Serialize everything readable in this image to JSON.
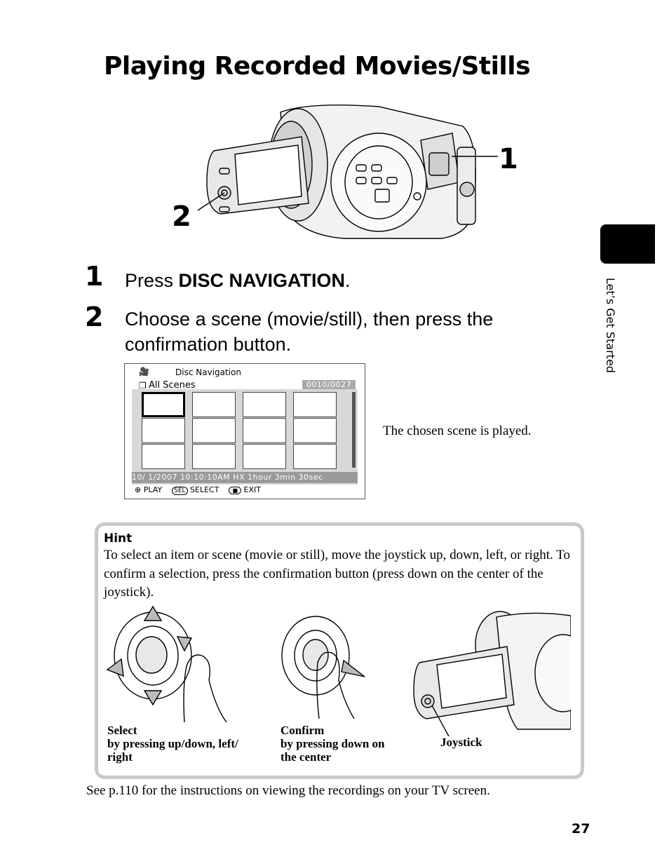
{
  "page": {
    "title": "Playing Recorded Movies/Stills",
    "page_number": "27",
    "section_tab": "Let’s Get Started"
  },
  "figure_callouts": [
    "1",
    "2"
  ],
  "steps": [
    {
      "number": "1",
      "text_prefix": "Press ",
      "text_bold": "DISC NAVIGATION",
      "text_suffix": "."
    },
    {
      "number": "2",
      "text_line1": "Choose a scene (movie/still), then press the",
      "text_line2": "confirmation button."
    }
  ],
  "screen": {
    "header": "Disc  Navigation",
    "filter": "All Scenes",
    "counter": "0010/0027",
    "info_bar": "10/  1/2007   10:10:10AM   HX   1hour 3min 30sec",
    "controls": [
      {
        "icon": "joystick-icon",
        "label": "PLAY"
      },
      {
        "icon": "sel-icon",
        "icon_text": "SEL",
        "label": "SELECT"
      },
      {
        "icon": "stop-icon",
        "label": "EXIT"
      }
    ],
    "thumbnail_count": 12,
    "selected_thumbnail": 1
  },
  "step_caption": "The chosen scene is played.",
  "hint": {
    "title": "Hint",
    "text": "To select an item or scene (movie or still), move the joystick up, down, left, or right. To confirm a selection, press the confirmation button (press down on the center of the joystick).",
    "figures": [
      {
        "title": "Select",
        "line1": "by pressing up/down, left/",
        "line2": "right"
      },
      {
        "title": "Confirm",
        "line1": "by pressing down on",
        "line2": "the center"
      },
      {
        "title": "Joystick"
      }
    ]
  },
  "footer": "See p.110 for the instructions on viewing the recordings on your TV screen."
}
